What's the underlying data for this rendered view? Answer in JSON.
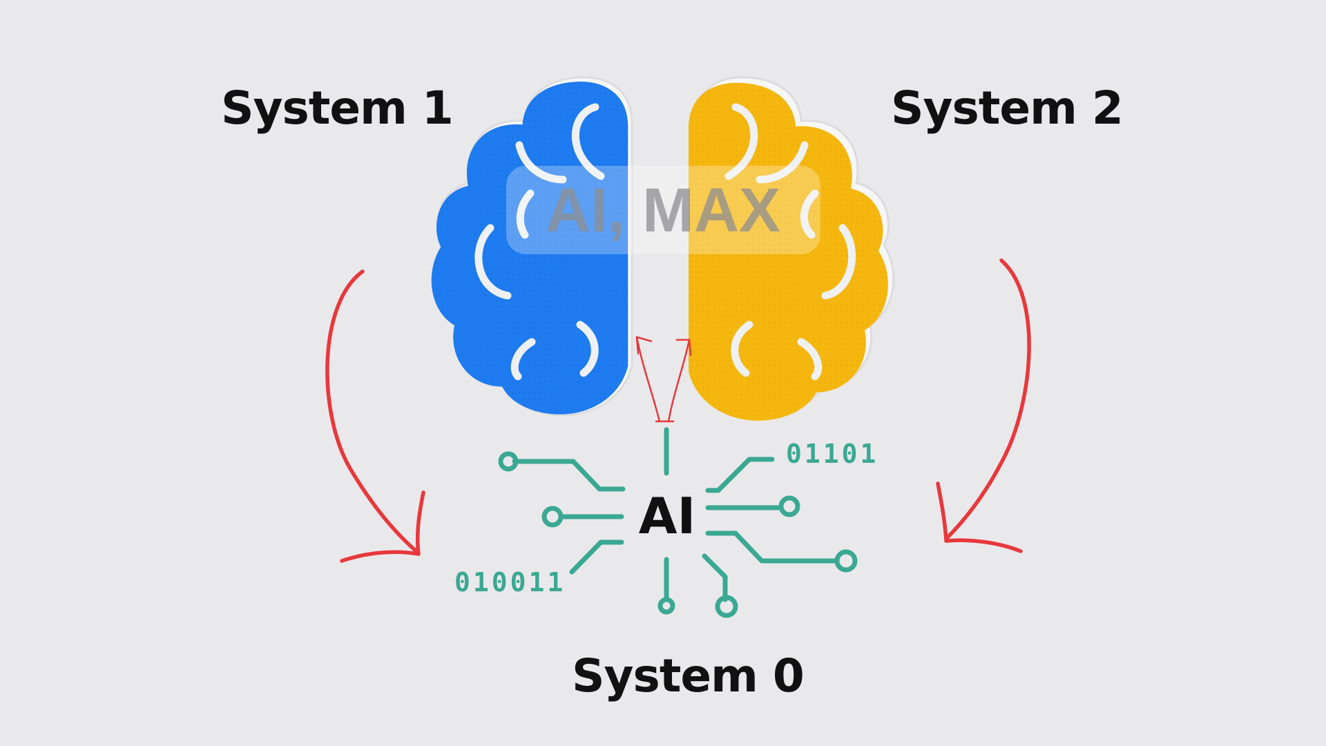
{
  "labels": {
    "system1": "System 1",
    "system2": "System 2",
    "system0": "System 0"
  },
  "watermark": "AI, MAX",
  "chip": {
    "text": "AI",
    "binary_right": "01101",
    "binary_left": "010011"
  },
  "colors": {
    "background": "#e9e9eb",
    "left_brain": "#1e7bf0",
    "right_brain": "#f5b70f",
    "circuit": "#3aa893",
    "arrow": "#e8383c",
    "text": "#111111"
  }
}
